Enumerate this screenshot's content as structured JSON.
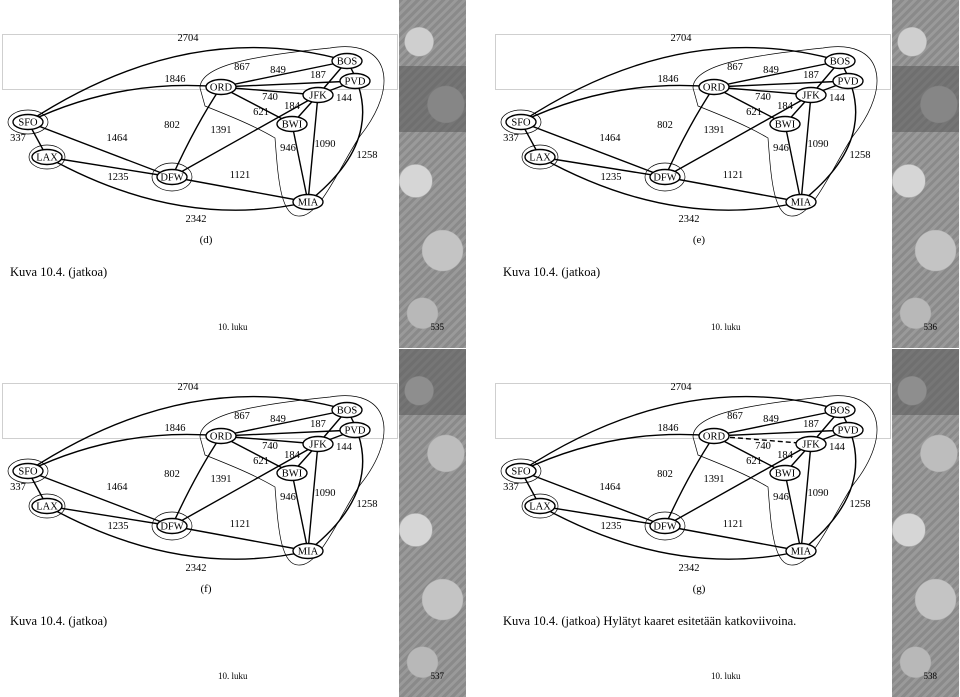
{
  "slides": [
    {
      "panel_label": "(d)",
      "caption": "Kuva 10.4. (jatkoa)",
      "chapter": "10. luku",
      "page": "535",
      "dashed_edges": []
    },
    {
      "panel_label": "(e)",
      "caption": "Kuva 10.4. (jatkoa)",
      "chapter": "10. luku",
      "page": "536",
      "dashed_edges": []
    },
    {
      "panel_label": "(f)",
      "caption": "Kuva 10.4. (jatkoa)",
      "chapter": "10. luku",
      "page": "537",
      "dashed_edges": []
    },
    {
      "panel_label": "(g)",
      "caption": "Kuva 10.4. (jatkoa) Hylätyt kaaret esitetään katkoviivoina.",
      "chapter": "10. luku",
      "page": "538",
      "dashed_edges": [
        "ORD-JFK"
      ]
    }
  ],
  "graph": {
    "nodes": [
      "SFO",
      "LAX",
      "DFW",
      "ORD",
      "BOS",
      "PVD",
      "JFK",
      "BWI",
      "MIA"
    ],
    "edges": [
      {
        "a": "SFO",
        "b": "BOS",
        "w": "2704"
      },
      {
        "a": "SFO",
        "b": "ORD",
        "w": "1846"
      },
      {
        "a": "SFO",
        "b": "LAX",
        "w": "337"
      },
      {
        "a": "SFO",
        "b": "DFW",
        "w": "1464"
      },
      {
        "a": "LAX",
        "b": "DFW",
        "w": "1235"
      },
      {
        "a": "LAX",
        "b": "MIA",
        "w": "2342"
      },
      {
        "a": "DFW",
        "b": "ORD",
        "w": "802"
      },
      {
        "a": "DFW",
        "b": "JFK",
        "w": "1391"
      },
      {
        "a": "DFW",
        "b": "MIA",
        "w": "1121"
      },
      {
        "a": "ORD",
        "b": "BOS",
        "w": "867"
      },
      {
        "a": "ORD",
        "b": "PVD",
        "w": "849"
      },
      {
        "a": "ORD",
        "b": "JFK",
        "w": "740"
      },
      {
        "a": "ORD",
        "b": "BWI",
        "w": "621"
      },
      {
        "a": "BOS",
        "b": "JFK",
        "w": "187"
      },
      {
        "a": "BOS",
        "b": "MIA",
        "w": "1258"
      },
      {
        "a": "PVD",
        "b": "JFK",
        "w": "144"
      },
      {
        "a": "JFK",
        "b": "BWI",
        "w": "184"
      },
      {
        "a": "JFK",
        "b": "MIA",
        "w": "1090"
      },
      {
        "a": "BWI",
        "b": "MIA",
        "w": "946"
      }
    ]
  }
}
